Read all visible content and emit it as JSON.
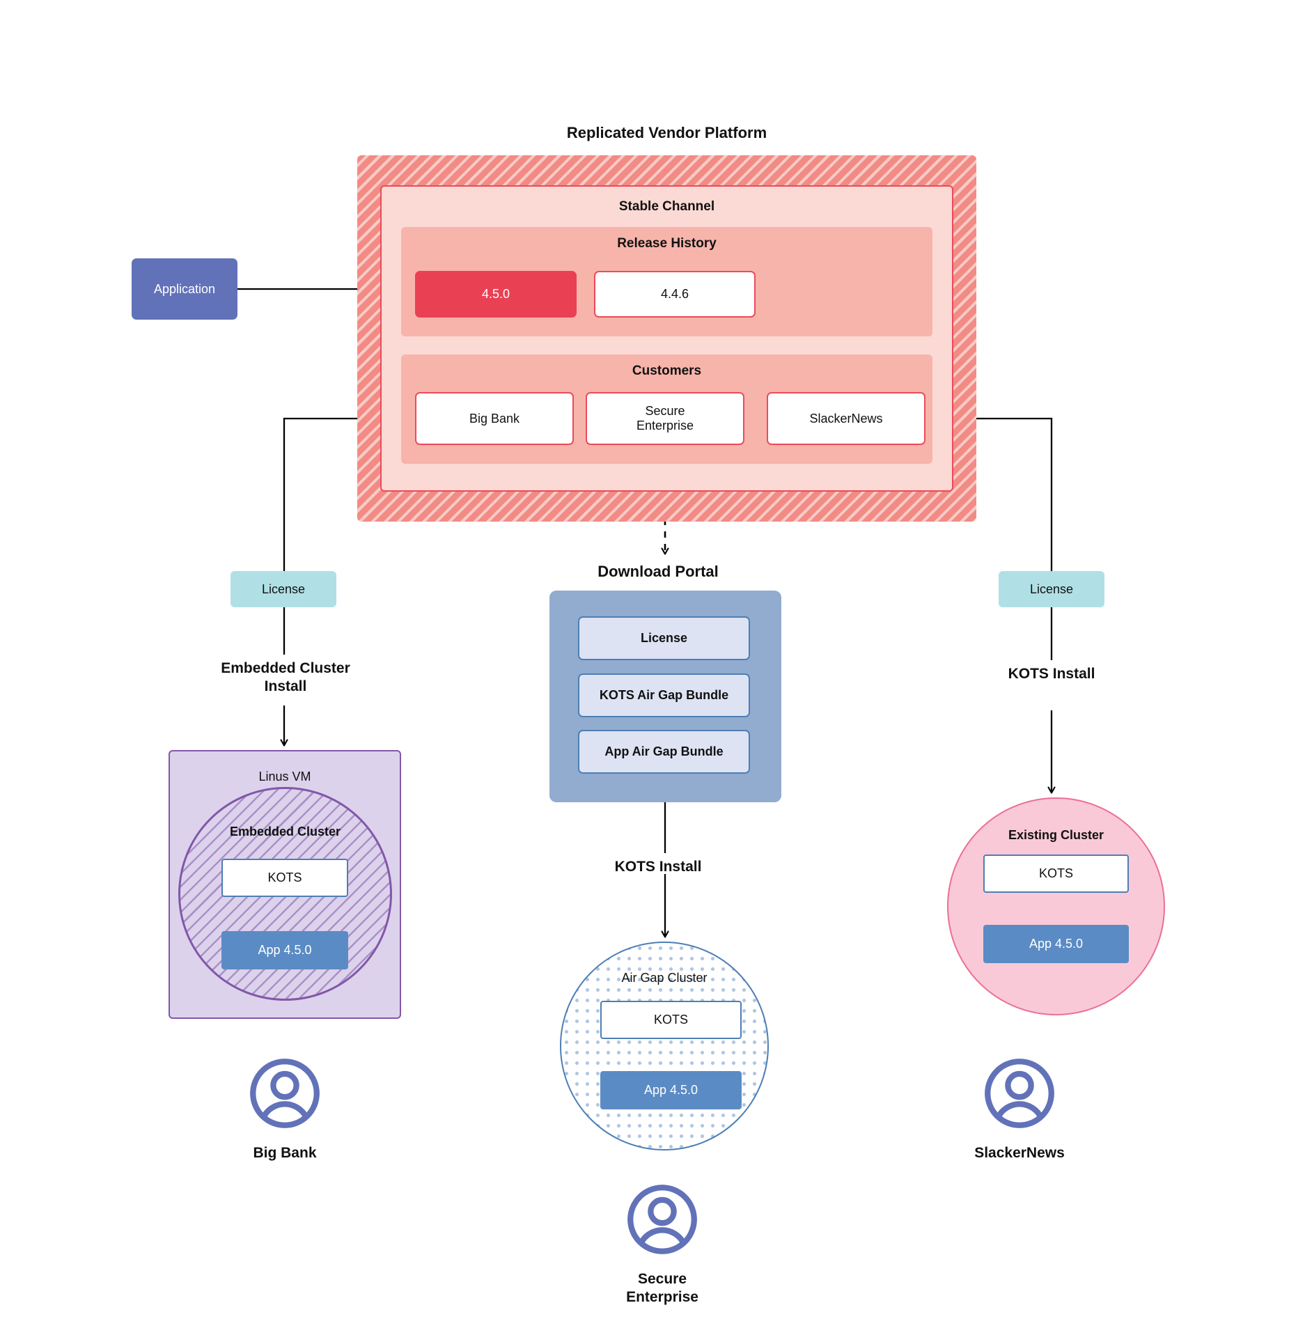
{
  "diagram": {
    "title": "Replicated Vendor Platform"
  },
  "application": {
    "label": "Application"
  },
  "platform": {
    "channel": {
      "title": "Stable Channel"
    },
    "release_history": {
      "title": "Release History",
      "releases": [
        {
          "version": "4.5.0",
          "state": "current"
        },
        {
          "version": "4.4.6",
          "state": "previous"
        }
      ]
    },
    "customers": {
      "title": "Customers",
      "items": [
        {
          "name": "Big Bank"
        },
        {
          "name": "Secure\nEnterprise"
        },
        {
          "name": "SlackerNews"
        }
      ]
    }
  },
  "licenses": {
    "left_label": "License",
    "right_label": "License"
  },
  "download_portal": {
    "title": "Download  Portal",
    "items": [
      {
        "label": "License"
      },
      {
        "label": "KOTS Air Gap Bundle"
      },
      {
        "label": "App Air Gap Bundle"
      }
    ]
  },
  "edges": {
    "embedded_cluster_install": "Embedded Cluster\nInstall",
    "kots_install_center": "KOTS Install",
    "kots_install_right": "KOTS Install"
  },
  "targets": {
    "linux_vm": {
      "title": "Linus VM",
      "cluster_title": "Embedded Cluster",
      "kots": "KOTS",
      "app": "App 4.5.0"
    },
    "air_gap": {
      "title": "Air Gap Cluster",
      "kots": "KOTS",
      "app": "App 4.5.0"
    },
    "existing": {
      "title": "Existing Cluster",
      "kots": "KOTS",
      "app": "App 4.5.0"
    }
  },
  "people": [
    {
      "name": "Big Bank"
    },
    {
      "name": "Secure\nEnterprise"
    },
    {
      "name": "SlackerNews"
    }
  ],
  "colors": {
    "platform_hatch": "#f28b84",
    "channel_bg": "#fbd9d4",
    "section_bg": "#f7b4ab",
    "release_current": "#ea4054",
    "red_border": "#ea4b5a",
    "application_bg": "#6272b9",
    "license_bg": "#b0e0e6",
    "portal_bg": "#92accf",
    "portal_item_bg": "#dde3f3",
    "blue_border": "#4d7eb5",
    "app_chip_bg": "#5b8bc4",
    "vm_bg": "#ddd2ec",
    "vm_border": "#8158a8",
    "existing_bg": "#fac9d8",
    "existing_border": "#eb6f94",
    "person": "#6272b9"
  }
}
